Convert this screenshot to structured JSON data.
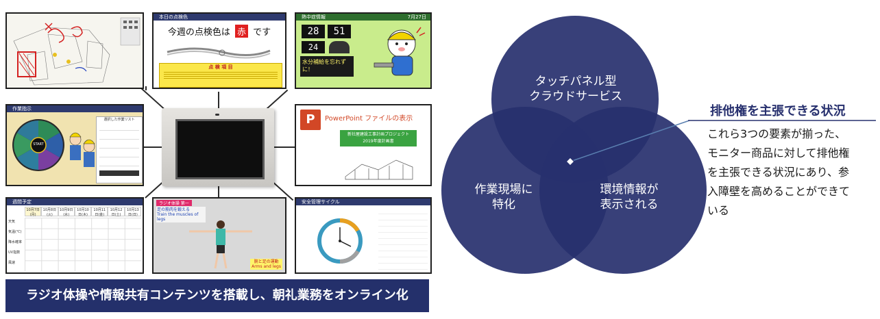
{
  "caption": "ラジオ体操や情報共有コンテンツを搭載し、朝礼業務をオンライン化",
  "panels": {
    "map": {
      "bar_title": ""
    },
    "color_check": {
      "bar_title": "本日の点検色",
      "heading_prefix": "今週の点検色は",
      "color_word": "赤",
      "heading_suffix": "です",
      "table_title": "点 検 項 目",
      "accent_color": "#e02020"
    },
    "heat": {
      "bar_title": "熱中症情報",
      "date": "7月27日",
      "temperature": "28",
      "humidity": "51",
      "wbgt": "24",
      "advice": "水分補給を忘れずに！"
    },
    "roulette": {
      "bar_title": "作業指示",
      "list_title": "選択した作業リスト",
      "center": "START"
    },
    "powerpoint": {
      "title": "PowerPoint ファイルの表示",
      "project": "新社屋建設工事計画プロジェクト",
      "year": "2019年度計画書"
    },
    "schedule": {
      "bar_title": "週間予定",
      "dates": [
        "10月7日(月)",
        "10月8日(火)",
        "10月9日(水)",
        "10月10日(木)",
        "10月11日(金)",
        "10月12日(土)",
        "10月13日(日)"
      ],
      "rows": [
        "天気",
        "気温(℃)",
        "降水確率",
        "UV指数",
        "風速"
      ]
    },
    "exercise": {
      "bar_title": "ラジオ体操 第一",
      "sub_ja": "足の筋肉を鍛える",
      "sub_en": "Train the muscles of legs",
      "corner_ja": "腕と足の運動",
      "corner_en": "Arms and legs"
    },
    "safety": {
      "bar_title": "安全管理サイクル"
    }
  },
  "venn": {
    "circles": [
      "タッチパネル型\nクラウドサービス",
      "作業現場に\n特化",
      "環境情報が\n表示される"
    ],
    "callout_title": "排他権を主張できる状況",
    "callout_body": [
      "これら3つの要素が揃った、",
      "モニター商品に対して排他権",
      "を主張できる状況にあり、参",
      "入障壁を高めることができて",
      "いる"
    ],
    "circle_color": "#27306e",
    "callout_color": "#27306e"
  }
}
